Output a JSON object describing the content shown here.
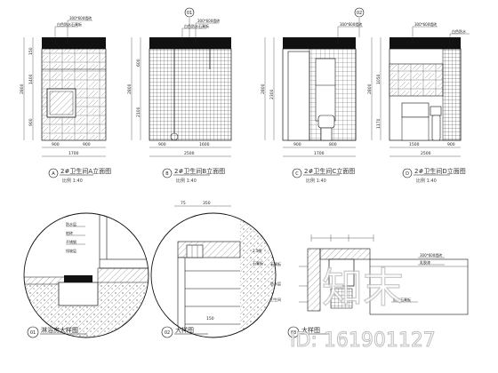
{
  "sheet": {
    "elevations": [
      {
        "marker": "A",
        "title": "2#卫生间A立面图",
        "scale": "比例 1:40",
        "dims_bottom": [
          "900",
          "900"
        ],
        "dims_total": "1700",
        "dims_left": [
          "150",
          "1400",
          "900"
        ],
        "dims_height": "2800",
        "callouts": [
          "白色防水石膏板",
          "300*600墙砖"
        ]
      },
      {
        "marker": "B",
        "title": "2#卫生间B立面图",
        "scale": "比例 1:40",
        "dims_bottom": [
          "900",
          "1600"
        ],
        "dims_total": "2500",
        "dims_left": [
          "600",
          "2100"
        ],
        "dims_height": "2800",
        "callouts": [
          "白色防水石膏板",
          "300*600墙砖"
        ],
        "detail_ref": "01"
      },
      {
        "marker": "C",
        "title": "2#卫生间C立面图",
        "scale": "比例 1:40",
        "dims_bottom": [
          "900",
          "800"
        ],
        "dims_total": "1700",
        "dims_left": [
          "2300"
        ],
        "dims_height": "2800",
        "callouts": [
          "300*600墙砖"
        ],
        "detail_ref": "02"
      },
      {
        "marker": "D",
        "title": "2#卫生间D立面图",
        "scale": "比例 1:40",
        "dims_bottom": [
          "1500",
          "900"
        ],
        "dims_total": "2500",
        "dims_left": [
          "1050",
          "1170"
        ],
        "dims_height": "2800",
        "callouts": [
          "300*600墙砖",
          "白色防水"
        ]
      }
    ],
    "details": [
      {
        "marker": "01",
        "title": "淋浴房大样图",
        "labels": [
          "防水层",
          "地砖",
          "不锈钢",
          "找坡层"
        ]
      },
      {
        "marker": "02",
        "title": "大样图",
        "labels": [
          "2.5厚",
          "石膏板",
          "150"
        ],
        "top_dims": [
          "75",
          "350"
        ]
      },
      {
        "marker": "03",
        "title": "大样图",
        "labels": [
          "石膏板",
          "防水层",
          "卫生间",
          "300*600墙砖",
          "乳胶漆",
          "防水石膏板"
        ]
      }
    ],
    "watermark": {
      "logo": "知末",
      "id": "ID: 161901127"
    }
  }
}
